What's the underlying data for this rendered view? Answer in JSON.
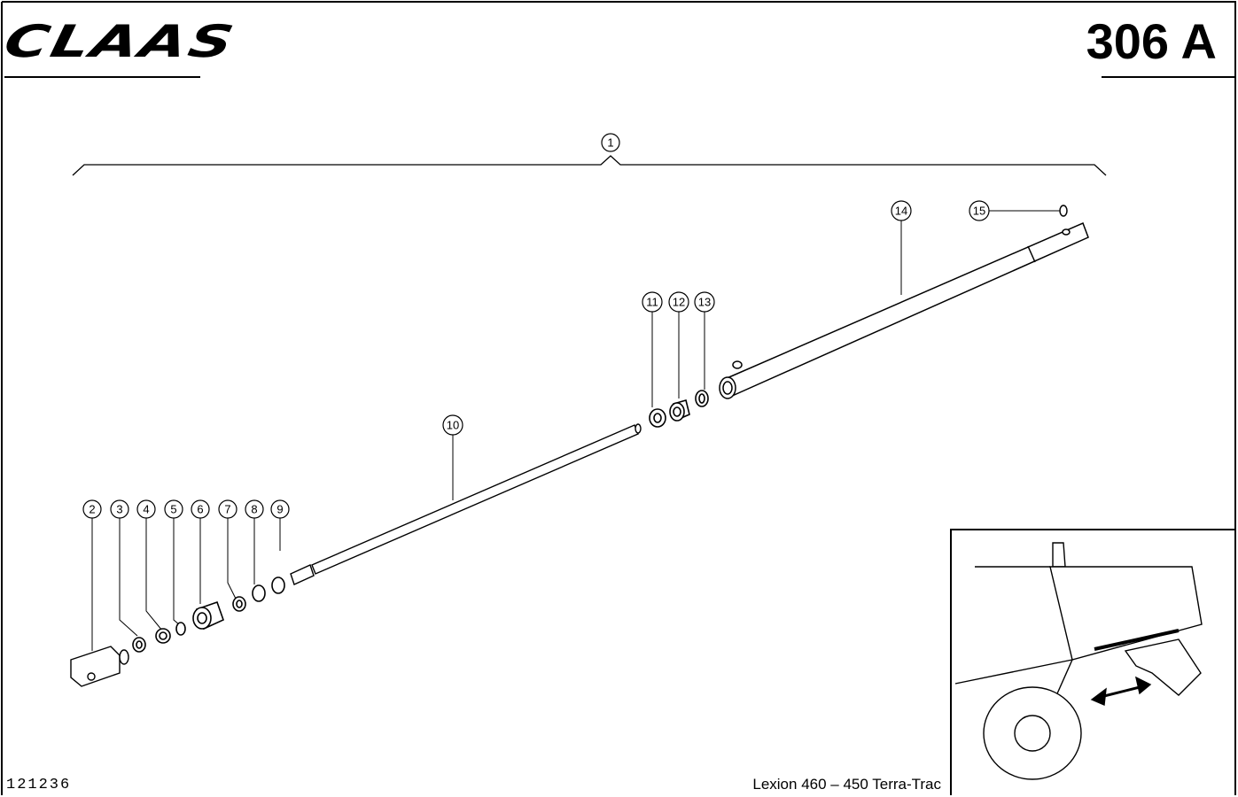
{
  "header": {
    "brand": "CLAAS",
    "page_number": "306 A"
  },
  "footer": {
    "document_number": "121236",
    "model": "Lexion 460 – 450 Terra-Trac"
  },
  "callouts": [
    "1",
    "2",
    "3",
    "4",
    "5",
    "6",
    "7",
    "8",
    "9",
    "10",
    "11",
    "12",
    "13",
    "14",
    "15"
  ]
}
